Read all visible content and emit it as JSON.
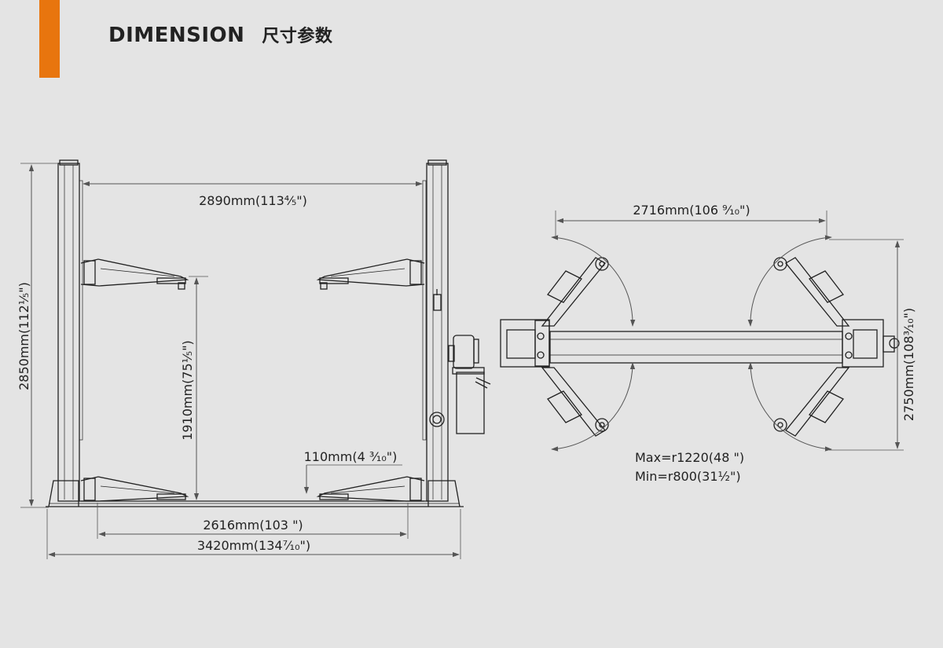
{
  "header": {
    "title": "DIMENSION",
    "title_cn": "尺寸参数",
    "accent_color": "#e8750e"
  },
  "front_view": {
    "labels": {
      "inner_width": "2890mm(113⁴⁄₅\")",
      "total_height": "2850mm(112¹⁄₅\")",
      "max_lift_height": "1910mm(75¹⁄₅\")",
      "min_height": "110mm(4 ³⁄₁₀\")",
      "drive_through_width": "2616mm(103 \")",
      "overall_width": "3420mm(134⁷⁄₁₀\")"
    }
  },
  "top_view": {
    "labels": {
      "arm_span": "2716mm(106 ⁹⁄₁₀\")",
      "total_length": "2750mm(108³⁄₁₀\")",
      "max_radius": "Max=r1220(48 \")",
      "min_radius": "Min=r800(31½\")"
    }
  },
  "colors": {
    "background": "#e4e4e4",
    "line": "#222222",
    "dimension_line": "#555555"
  }
}
